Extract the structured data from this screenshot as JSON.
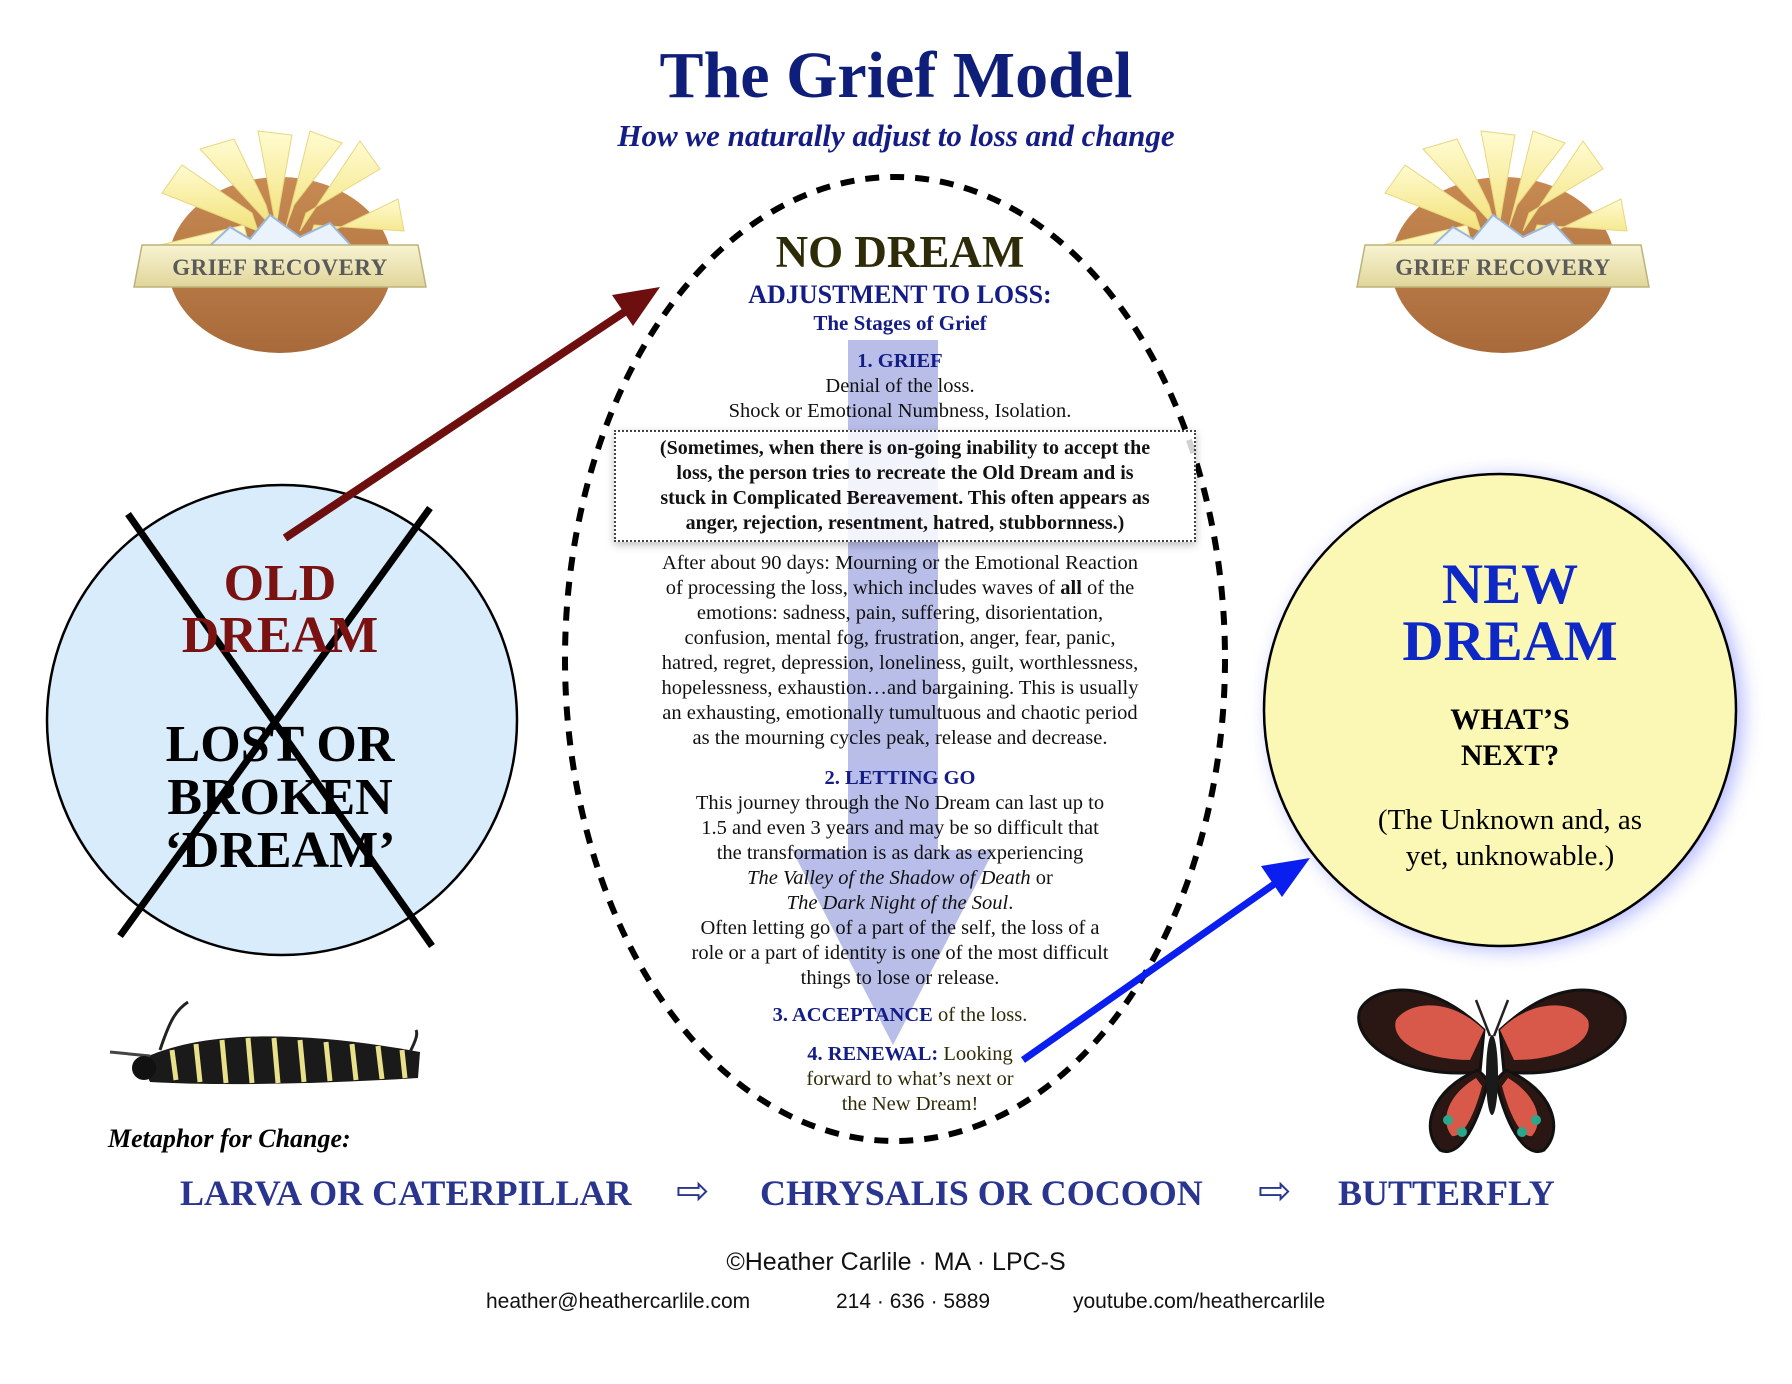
{
  "header": {
    "title": "The Grief Model",
    "subtitle": "How we naturally adjust to loss and change"
  },
  "logos": {
    "left_text": "GRIEF RECOVERY",
    "right_text": "GRIEF RECOVERY"
  },
  "old_dream": {
    "title_line1": "OLD",
    "title_line2": "DREAM",
    "sub_line1": "LOST OR",
    "sub_line2": "BROKEN",
    "sub_line3": "‘DREAM’",
    "fill_color": "#d9ecfb"
  },
  "new_dream": {
    "title_line1": "NEW",
    "title_line2": "DREAM",
    "question_line1": "WHAT’S",
    "question_line2": "NEXT?",
    "unknown_line1": "(The Unknown and, as",
    "unknown_line2": "yet, unknowable.)",
    "fill_color": "#fbf8b6"
  },
  "no_dream": {
    "title": "NO DREAM",
    "adjustment": "ADJUSTMENT TO LOSS:",
    "stages_label": "The Stages of Grief",
    "stage1": {
      "heading": "1. GRIEF",
      "line1": "Denial of the loss.",
      "line2": "Shock or Emotional Numbness, Isolation."
    },
    "note": {
      "line1": "(Sometimes, when there is on-going inability to accept the",
      "line2": "loss, the person tries to recreate the Old Dream and is",
      "line3": "stuck in Complicated Bereavement. This often appears as",
      "line4": "anger, rejection, resentment, hatred, stubbornness.)"
    },
    "mourning": {
      "line1": "After about 90 days: Mourning or the Emotional Reaction",
      "line2_a": "of processing the loss, which includes waves of ",
      "line2_b": "all",
      "line2_c": " of the",
      "line3": "emotions: sadness, pain, suffering, disorientation,",
      "line4": "confusion, mental fog, frustration, anger, fear, panic,",
      "line5": "hatred, regret, depression, loneliness, guilt, worthlessness,",
      "line6": "hopelessness, exhaustion…and bargaining. This is usually",
      "line7": "an exhausting, emotionally tumultuous and chaotic period",
      "line8": "as the mourning cycles peak, release and decrease."
    },
    "stage2": {
      "heading": "2. LETTING GO",
      "line1": "This journey through the No Dream can last up to",
      "line2": "1.5 and even 3 years and may be so difficult that",
      "line3": "the transformation is as dark as experiencing",
      "line4_i": "The Valley of the Shadow of Death",
      "line4_r": " or",
      "line5_i": "The Dark Night of the Soul",
      "line5_r": ".",
      "line6": "Often letting go of a part of the self, the loss of a",
      "line7": "role or a part of identity is one of the most difficult",
      "line8": "things to lose or release."
    },
    "stage3": {
      "heading": "3. ACCEPTANCE",
      "rest": " of the loss."
    },
    "stage4": {
      "heading": "4. RENEWAL:",
      "rest1": " Looking",
      "line2": "forward to what’s next or",
      "line3": "the New Dream!"
    }
  },
  "metaphor": {
    "label": "Metaphor for Change:",
    "stage1": "LARVA OR CATERPILLAR",
    "stage2": "CHRYSALIS OR COCOON",
    "stage3": "BUTTERFLY",
    "arrow_glyph": "⇨"
  },
  "footer": {
    "copyright": "©Heather Carlile · MA · LPC-S",
    "email": "heather@heathercarlile.com",
    "phone": "214 · 636 · 5889",
    "youtube": "youtube.com/heathercarlile"
  },
  "colors": {
    "title": "#0f1e78",
    "old_arrow": "#6d0f0f",
    "new_arrow": "#0a1ef0",
    "down_arrow": "#8e96dc"
  }
}
